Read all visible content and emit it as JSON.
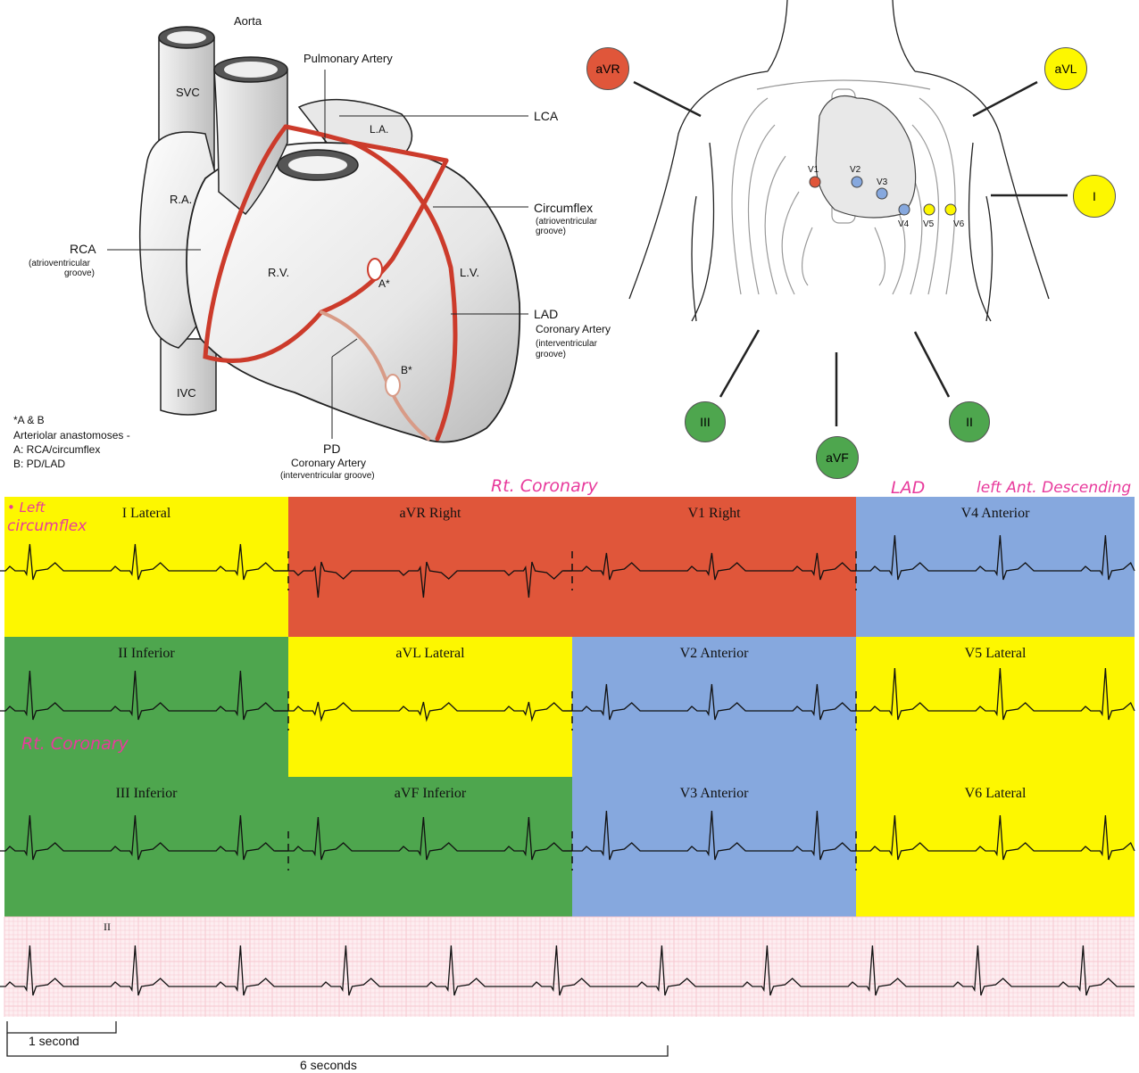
{
  "heart": {
    "aorta": "Aorta",
    "pulmonary_artery": "Pulmonary Artery",
    "svc": "SVC",
    "la": "L.A.",
    "lca": "LCA",
    "ra": "R.A.",
    "circumflex": "Circumflex",
    "circumflex_sub1": "(atrioventricular",
    "circumflex_sub2": "groove)",
    "rca": "RCA",
    "rca_sub1": "(atrioventricular",
    "rca_sub2": "groove)",
    "rv": "R.V.",
    "lv": "L.V.",
    "a_star": "A*",
    "b_star": "B*",
    "lad": "LAD",
    "lad_sub0": "Coronary Artery",
    "lad_sub1": "(interventricular",
    "lad_sub2": "groove)",
    "ivc": "IVC",
    "pd": "PD",
    "pd_sub1": "Coronary Artery",
    "pd_sub2": "(interventricular groove)",
    "note_title": "*A & B",
    "note_line1": "Arteriolar anastomoses -",
    "note_line2": "A: RCA/circumflex",
    "note_line3": "B: PD/LAD"
  },
  "leads": {
    "avr": "aVR",
    "avl": "aVL",
    "i": "I",
    "ii": "II",
    "iii": "III",
    "avf": "aVF",
    "v1": "V1",
    "v2": "V2",
    "v3": "V3",
    "v4": "V4",
    "v5": "V5",
    "v6": "V6"
  },
  "colors": {
    "yellow": "#fdf700",
    "red": "#e0563a",
    "blue": "#86a8de",
    "green": "#4ea64e",
    "grid_pink": "#f6c7d0",
    "artery": "#cc3b2b",
    "handwriting": "#e83a9c"
  },
  "ecg": {
    "cells": [
      {
        "title": "I Lateral",
        "color": "yellow"
      },
      {
        "title": "aVR Right",
        "color": "red"
      },
      {
        "title": "V1 Right",
        "color": "red"
      },
      {
        "title": "V4 Anterior",
        "color": "blue"
      },
      {
        "title": "II Inferior",
        "color": "green"
      },
      {
        "title": "aVL Lateral",
        "color": "yellow"
      },
      {
        "title": "V2 Anterior",
        "color": "blue"
      },
      {
        "title": "V5 Lateral",
        "color": "yellow"
      },
      {
        "title": "III Inferior",
        "color": "green"
      },
      {
        "title": "aVF Inferior",
        "color": "green"
      },
      {
        "title": "V3 Anterior",
        "color": "blue"
      },
      {
        "title": "V6 Lateral",
        "color": "yellow"
      }
    ],
    "rhythm_label": "II",
    "one_second": "1 second",
    "six_seconds": "6 seconds"
  },
  "annotations": {
    "left_circumflex_1": "• Left",
    "left_circumflex_2": "circumflex",
    "rt_coronary_top": "Rt. Coronary",
    "lad_note": "LAD",
    "lad_full": "left Ant. Descending",
    "rt_coronary_left": "Rt. Coronary"
  }
}
